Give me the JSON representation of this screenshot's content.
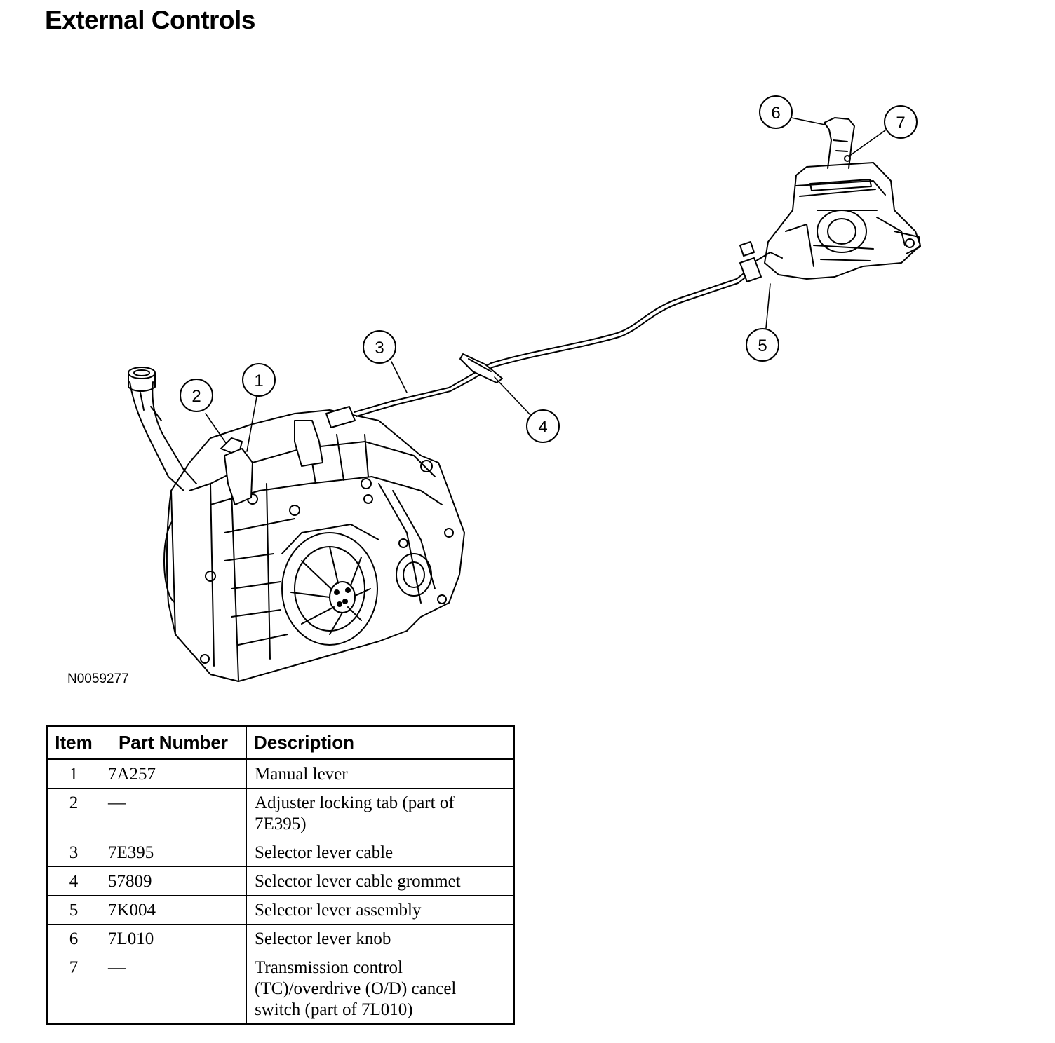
{
  "title": "External Controls",
  "figure_id": "N0059277",
  "callouts": [
    "1",
    "2",
    "3",
    "4",
    "5",
    "6",
    "7"
  ],
  "table": {
    "headers": [
      "Item",
      "Part Number",
      "Description"
    ],
    "rows": [
      {
        "item": "1",
        "part": "7A257",
        "desc": "Manual lever"
      },
      {
        "item": "2",
        "part": "—",
        "desc": "Adjuster locking tab (part of 7E395)"
      },
      {
        "item": "3",
        "part": "7E395",
        "desc": "Selector lever cable"
      },
      {
        "item": "4",
        "part": "57809",
        "desc": "Selector lever cable grommet"
      },
      {
        "item": "5",
        "part": "7K004",
        "desc": "Selector lever assembly"
      },
      {
        "item": "6",
        "part": "7L010",
        "desc": "Selector lever knob"
      },
      {
        "item": "7",
        "part": "—",
        "desc": "Transmission control (TC)/overdrive (O/D) cancel switch (part of 7L010)"
      }
    ]
  }
}
